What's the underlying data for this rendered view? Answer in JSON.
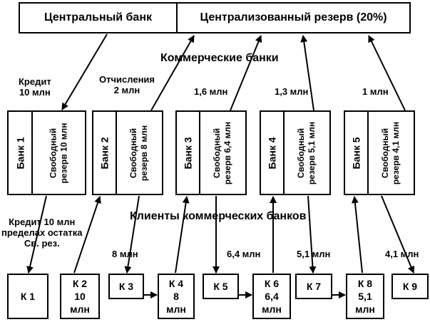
{
  "header": {
    "central_bank": "Центральный банк",
    "central_reserve": "Централизованный резерв (20%)"
  },
  "commercial_banks_title": "Коммерческие банки",
  "clients_title": "Клиенты коммерческих банков",
  "flows": {
    "credit_label": [
      "Кредит",
      "10 млн"
    ],
    "deduction_label": [
      "Отчисления",
      "2 млн"
    ],
    "deduction_3": "1,6 млн",
    "deduction_4": "1,3 млн",
    "deduction_5": "1 млн",
    "loan_note": [
      "Кредит 10 млн",
      "пределах остатка",
      "Св. рез."
    ],
    "loan_2": "8 млн",
    "loan_3": "6,4 млн",
    "loan_4": "5,1 млн",
    "loan_5": "4,1 млн"
  },
  "banks": [
    {
      "name": "Банк 1",
      "reserve": [
        "Свободный",
        "резерв 10 млн"
      ]
    },
    {
      "name": "Банк 2",
      "reserve": [
        "Свободный",
        "резерв 8 млн"
      ]
    },
    {
      "name": "Банк 3",
      "reserve": [
        "Свободный",
        "резерв 6,4 млн"
      ]
    },
    {
      "name": "Банк 4",
      "reserve": [
        "Свободный",
        "резерв 5,1 млн"
      ]
    },
    {
      "name": "Банк 5",
      "reserve": [
        "Свободный",
        "резерв 4,1 млн"
      ]
    }
  ],
  "clients": [
    {
      "name": "К 1",
      "amount": "",
      "unit": ""
    },
    {
      "name": "К 2",
      "amount": "10",
      "unit": "млн"
    },
    {
      "name": "К 3",
      "amount": "",
      "unit": ""
    },
    {
      "name": "К 4",
      "amount": "8",
      "unit": "млн"
    },
    {
      "name": "К 5",
      "amount": "",
      "unit": ""
    },
    {
      "name": "К 6",
      "amount": "6,4",
      "unit": "млн"
    },
    {
      "name": "К 7",
      "amount": "",
      "unit": ""
    },
    {
      "name": "К 8",
      "amount": "5,1",
      "unit": "млн"
    },
    {
      "name": "К 9",
      "amount": "",
      "unit": ""
    }
  ]
}
